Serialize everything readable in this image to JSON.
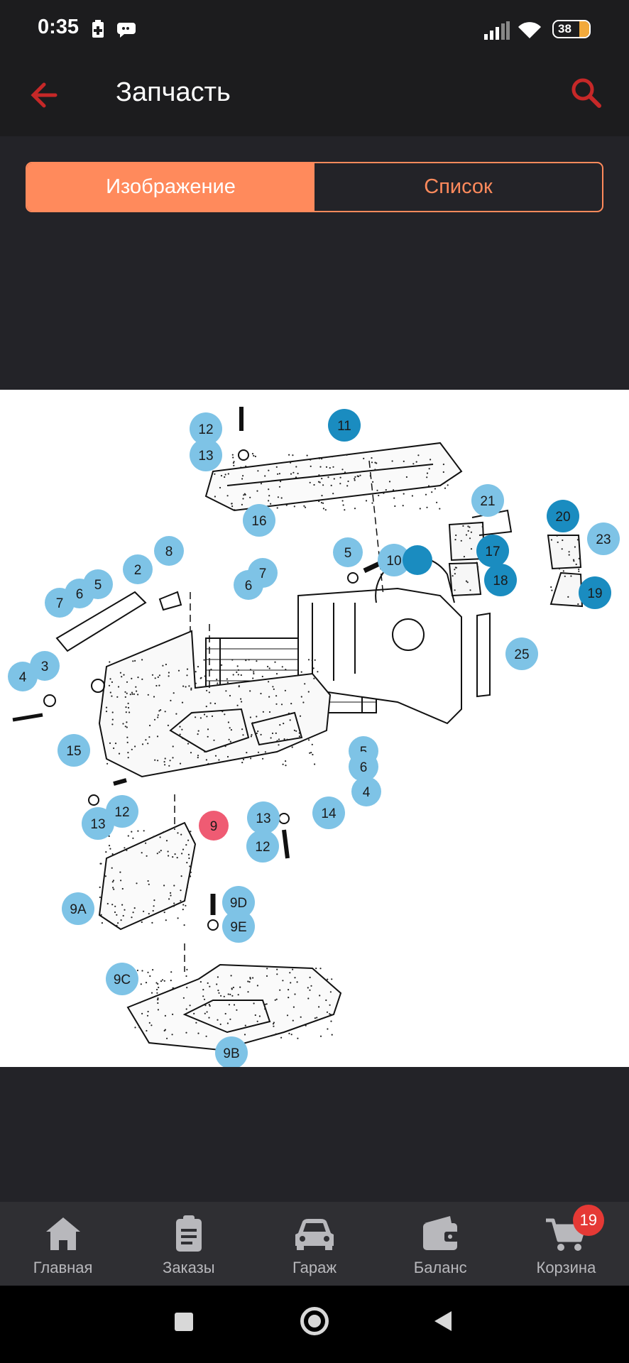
{
  "status_bar": {
    "time": "0:35",
    "battery_level": "38",
    "icons": [
      "battery-saver-icon",
      "chat-bubble-icon",
      "signal-icon",
      "wifi-icon",
      "battery-icon"
    ]
  },
  "app_bar": {
    "title": "Запчасть",
    "back_icon": "arrow-left-icon",
    "search_icon": "search-icon"
  },
  "tabs": [
    {
      "label": "Изображение",
      "active": true
    },
    {
      "label": "Список",
      "active": false
    }
  ],
  "diagram": {
    "callouts": [
      {
        "label": "12",
        "color": "#7ec3e6"
      },
      {
        "label": "13",
        "color": "#7ec3e6"
      },
      {
        "label": "11",
        "color": "#1a8cc0"
      },
      {
        "label": "16",
        "color": "#7ec3e6"
      },
      {
        "label": "21",
        "color": "#7ec3e6"
      },
      {
        "label": "20",
        "color": "#1a8cc0"
      },
      {
        "label": "23",
        "color": "#7ec3e6"
      },
      {
        "label": "17",
        "color": "#1a8cc0"
      },
      {
        "label": "18",
        "color": "#1a8cc0"
      },
      {
        "label": "19",
        "color": "#1a8cc0"
      },
      {
        "label": "8",
        "color": "#7ec3e6"
      },
      {
        "label": "2",
        "color": "#7ec3e6"
      },
      {
        "label": "7",
        "color": "#7ec3e6"
      },
      {
        "label": "6",
        "color": "#7ec3e6"
      },
      {
        "label": "5",
        "color": "#7ec3e6"
      },
      {
        "label": "6",
        "color": "#7ec3e6"
      },
      {
        "label": "7",
        "color": "#7ec3e6"
      },
      {
        "label": "5",
        "color": "#7ec3e6"
      },
      {
        "label": "10",
        "color": "#7ec3e6"
      },
      {
        "label": "",
        "color": "#1a8cc0"
      },
      {
        "label": "25",
        "color": "#7ec3e6"
      },
      {
        "label": "4",
        "color": "#7ec3e6"
      },
      {
        "label": "3",
        "color": "#7ec3e6"
      },
      {
        "label": "15",
        "color": "#7ec3e6"
      },
      {
        "label": "5",
        "color": "#7ec3e6"
      },
      {
        "label": "6",
        "color": "#7ec3e6"
      },
      {
        "label": "4",
        "color": "#7ec3e6"
      },
      {
        "label": "13",
        "color": "#7ec3e6"
      },
      {
        "label": "12",
        "color": "#7ec3e6"
      },
      {
        "label": "9",
        "color": "#ef5b73"
      },
      {
        "label": "13",
        "color": "#7ec3e6"
      },
      {
        "label": "14",
        "color": "#7ec3e6"
      },
      {
        "label": "12",
        "color": "#7ec3e6"
      },
      {
        "label": "9A",
        "color": "#7ec3e6"
      },
      {
        "label": "9D",
        "color": "#7ec3e6"
      },
      {
        "label": "9E",
        "color": "#7ec3e6"
      },
      {
        "label": "9C",
        "color": "#7ec3e6"
      },
      {
        "label": "9B",
        "color": "#7ec3e6"
      }
    ]
  },
  "bottom_nav": [
    {
      "label": "Главная",
      "icon": "home-icon"
    },
    {
      "label": "Заказы",
      "icon": "orders-clipboard-icon"
    },
    {
      "label": "Гараж",
      "icon": "car-icon"
    },
    {
      "label": "Баланс",
      "icon": "wallet-icon"
    },
    {
      "label": "Корзина",
      "icon": "cart-icon",
      "badge": "19"
    }
  ],
  "system_nav": [
    "recent-apps-icon",
    "home-circle-icon",
    "back-triangle-icon"
  ],
  "colors": {
    "accent": "#ff8a5c",
    "icon_red": "#d32f2f",
    "callout_light": "#7ec3e6",
    "callout_dark": "#1a8cc0",
    "callout_selected": "#ef5b73"
  }
}
